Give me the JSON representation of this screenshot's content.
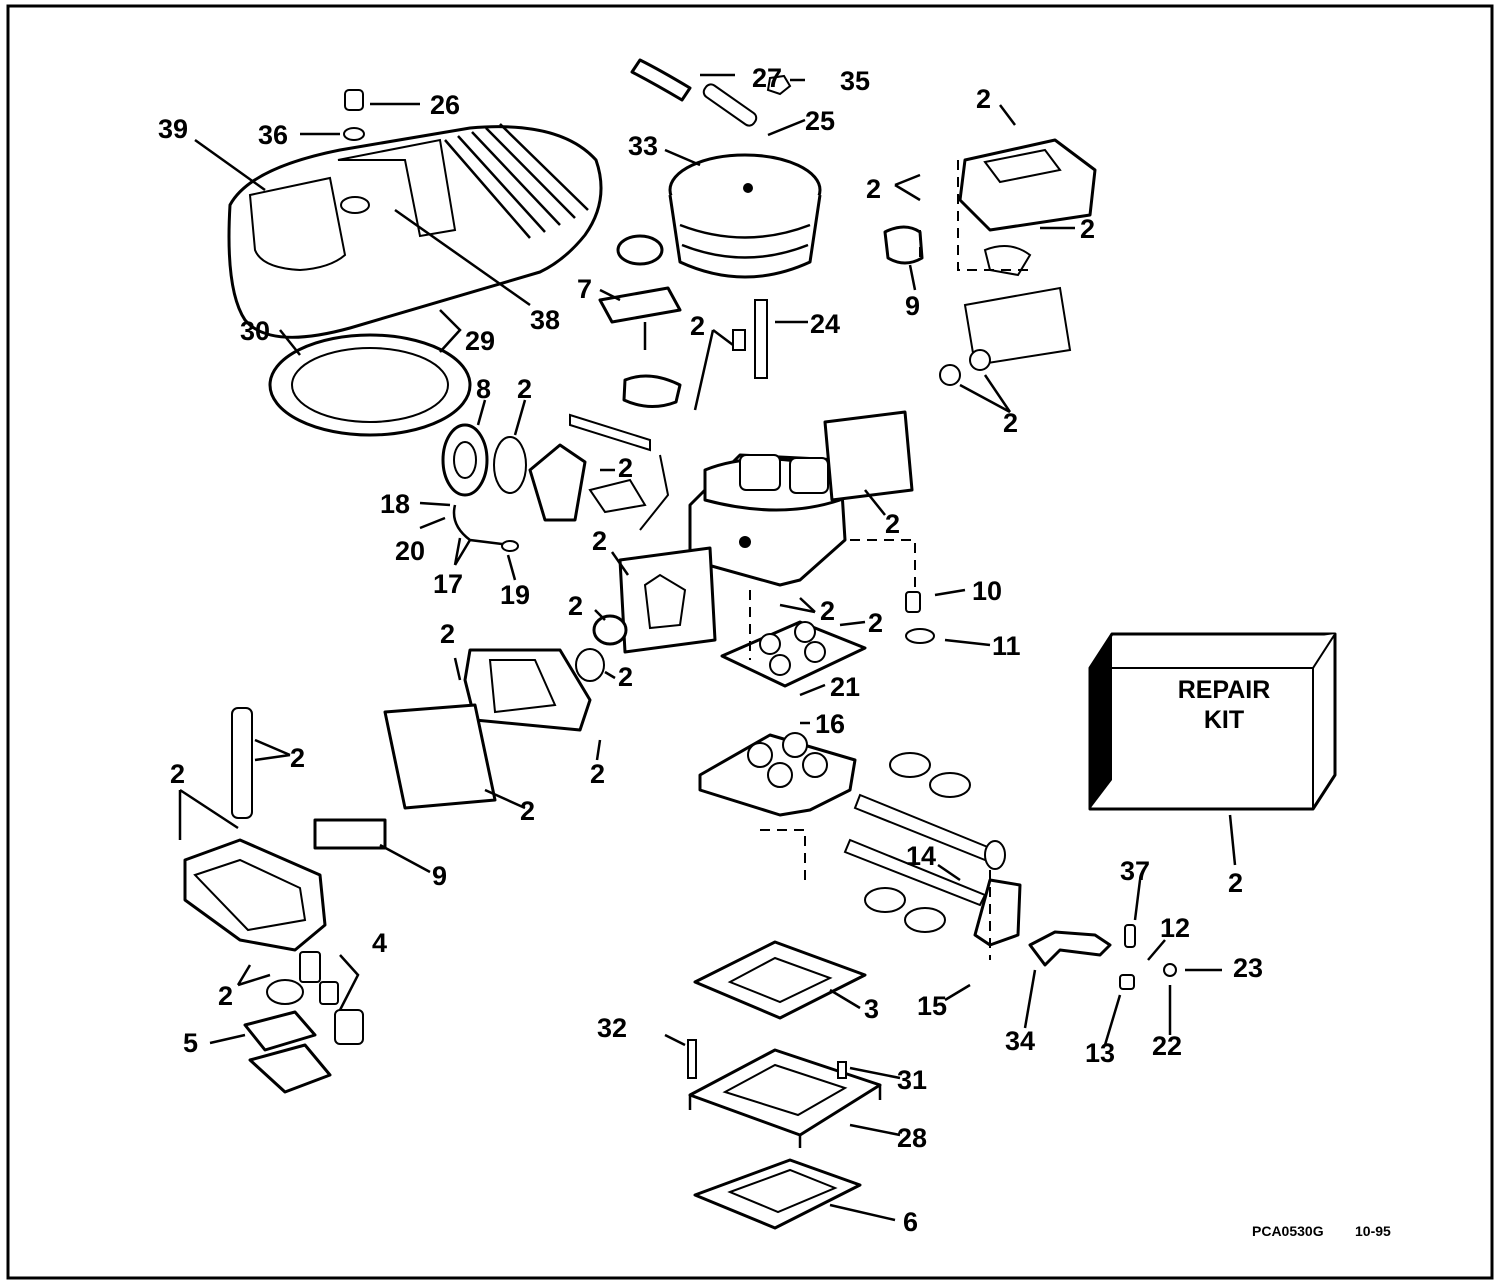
{
  "callouts": {
    "c39": "39",
    "c26": "26",
    "c36": "36",
    "c38": "38",
    "c30": "30",
    "c29": "29",
    "c27": "27",
    "c35": "35",
    "c25": "25",
    "c33": "33",
    "c7": "7",
    "c24": "24",
    "c2_24": "2",
    "c8": "8",
    "c2_oring": "2",
    "c2_lever": "2",
    "c18": "18",
    "c20": "20",
    "c17": "17",
    "c19": "19",
    "c2_plate": "2",
    "c2_gask": "2",
    "c2_body": "2",
    "c2_topright": "2",
    "c2_fork": "2",
    "c9_top": "9",
    "c2_bowl": "2",
    "c2_cover": "2",
    "c2_plug": "2",
    "c10": "10",
    "c11": "11",
    "c2_pins": "2",
    "c2_flange": "2",
    "c21": "21",
    "c16": "16",
    "c2_valve": "2",
    "c2_seal": "2",
    "c2_bowlL": "2",
    "c2_gasketL": "2",
    "c2_screw": "2",
    "c2_jet": "2",
    "c2_plugL": "2",
    "c9_bottom": "9",
    "c4": "4",
    "c5": "5",
    "c2_pump": "2",
    "c14": "14",
    "c37": "37",
    "c12": "12",
    "c23": "23",
    "c3": "3",
    "c15": "15",
    "c34": "34",
    "c13": "13",
    "c22": "22",
    "c32": "32",
    "c31": "31",
    "c28": "28",
    "c6": "6",
    "c2_kit": "2"
  },
  "repair_kit": {
    "line1": "REPAIR",
    "line2": "KIT"
  },
  "drawing_code": "PCA0530G",
  "drawing_date": "10-95"
}
